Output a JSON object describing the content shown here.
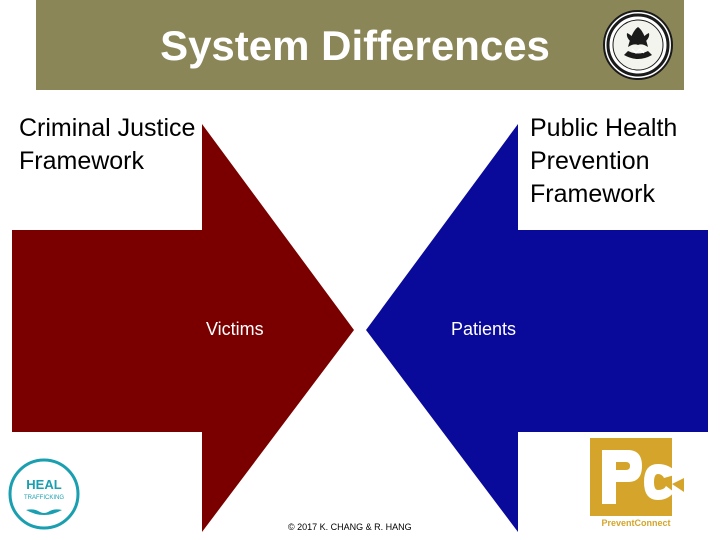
{
  "slide": {
    "title": "System Differences",
    "left_framework": "Criminal Justice Framework",
    "right_framework": "Public Health Prevention Framework",
    "left_arrow_label": "Victims",
    "right_arrow_label": "Patients",
    "copyright": "© 2017 K. CHANG & R. HANG"
  },
  "logos": {
    "heal": {
      "name": "HEAL",
      "tagline": "TRAFFICKING",
      "color": "#1a9fb0"
    },
    "prevent_connect": {
      "mark": "PC",
      "caption": "PreventConnect",
      "color": "#d4a52a"
    }
  },
  "colors": {
    "title_bar": "#8b8657",
    "left_arrow": "#7a0000",
    "right_arrow": "#0a0a9a"
  },
  "icons": {
    "seal": "seal-icon"
  }
}
